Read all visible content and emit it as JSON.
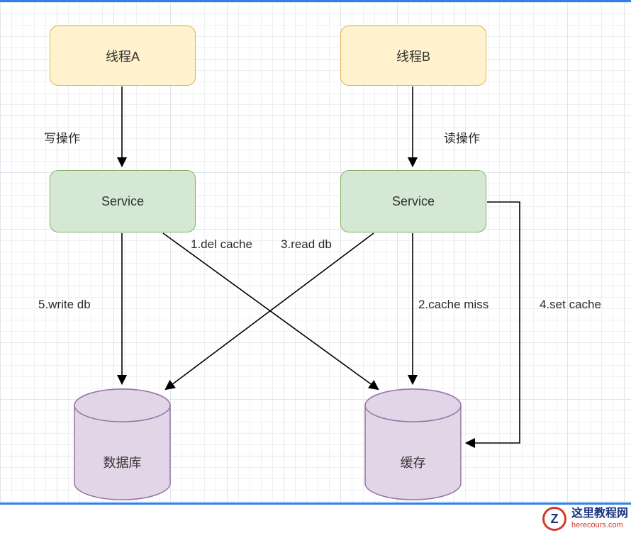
{
  "page": {
    "top_bar_color": "#2f80ed",
    "bottom_bar_color": "#2f80ed"
  },
  "diagram": {
    "nodes": {
      "thread_a": {
        "label": "线程A"
      },
      "thread_b": {
        "label": "线程B"
      },
      "service_a": {
        "label": "Service"
      },
      "service_b": {
        "label": "Service"
      },
      "database": {
        "label": "数据库"
      },
      "cache": {
        "label": "缓存"
      }
    },
    "edge_labels": {
      "write_op": "写操作",
      "read_op": "读操作",
      "del_cache": "1.del cache",
      "cache_miss": "2.cache miss",
      "read_db": "3.read db",
      "set_cache": "4.set cache",
      "write_db": "5.write db"
    },
    "colors": {
      "thread_fill": "#fff2cc",
      "thread_border": "#d6b656",
      "service_fill": "#d5e8d4",
      "service_border": "#82b366",
      "store_fill": "#e1d5e7",
      "store_border": "#9673a6",
      "arrow": "#000000"
    }
  },
  "watermark": {
    "logo_text": "Z",
    "site_name": "这里教程网",
    "site_url": "herecours.com"
  }
}
